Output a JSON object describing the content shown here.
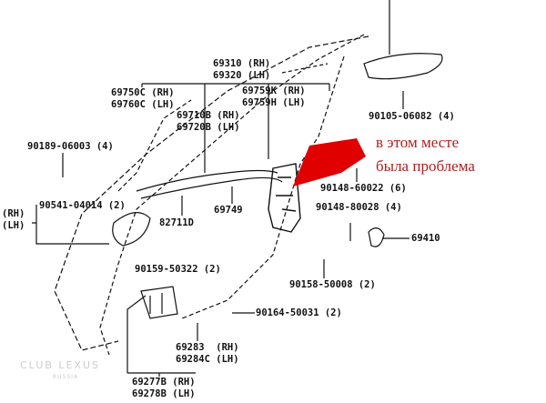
{
  "labels": {
    "p69310": "69310 (RH)",
    "p69320": "69320 (LH)",
    "p69750c": "69750C (RH)",
    "p69760c": "69760C (LH)",
    "p69759k": "69759K (RH)",
    "p69759h": "69759H (LH)",
    "p69710b": "69710B (RH)",
    "p69720b": "69720B (LH)",
    "p90105": "90105-06082 (4)",
    "p90189": "90189-06003 (4)",
    "p90148a": "90148-60022 (6)",
    "p90541": "90541-04014 (2)",
    "rh": "(RH)",
    "lh": "(LH)",
    "p82711d": "82711D",
    "p69749": "69749",
    "p90148b": "90148-80028 (4)",
    "p69410": "69410",
    "p90159": "90159-50322 (2)",
    "p90158": "90158-50008 (2)",
    "p90164": "90164-50031 (2)",
    "p69283": "69283  (RH)",
    "p69284c": "69284C (LH)",
    "p69277b": "69277B (RH)",
    "p69278b": "69278B (LH)"
  },
  "annotation": {
    "line1": "в этом месте",
    "line2": "была проблема",
    "color": "#b02020"
  },
  "watermark": {
    "title": "CLUB LEXUS",
    "subtitle": "RUSSIA"
  }
}
